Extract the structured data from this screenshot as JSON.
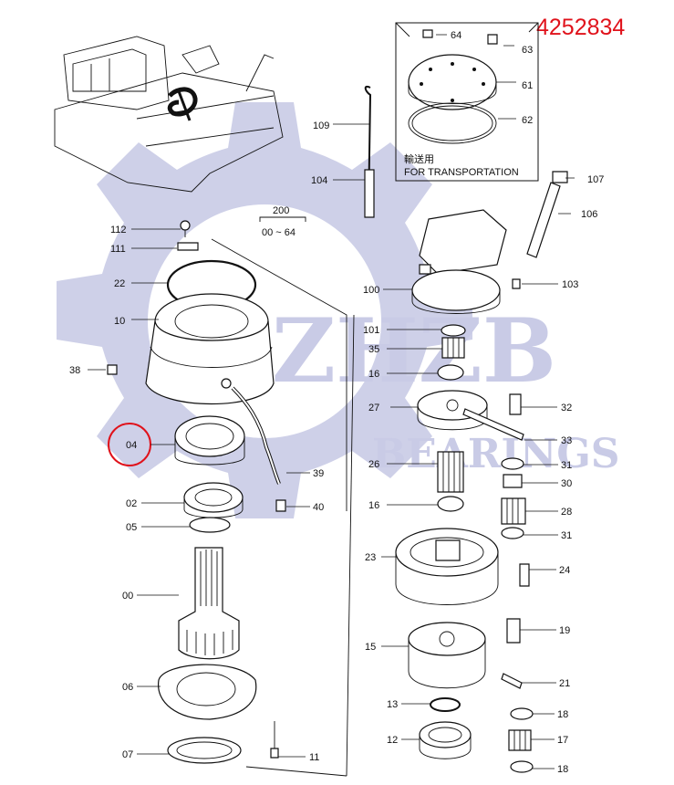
{
  "reference_number": "4252834",
  "watermark": {
    "brand": "ZHZB",
    "sub": "BEARINGS"
  },
  "inset_note": {
    "japanese": "輸送用",
    "english": "FOR TRANSPORTATION"
  },
  "range_label": {
    "top": "200",
    "bottom": "00 ~ 64"
  },
  "highlight_color": "#e0121b",
  "labels": {
    "l64": "64",
    "l63": "63",
    "l61": "61",
    "l62": "62",
    "l109": "109",
    "l104": "104",
    "l107": "107",
    "l106": "106",
    "l112": "112",
    "l111": "111",
    "l22": "22",
    "l10": "10",
    "l38": "38",
    "l04": "04",
    "l39": "39",
    "l02": "02",
    "l40": "40",
    "l05": "05",
    "l00": "00",
    "l06": "06",
    "l07": "07",
    "l11": "11",
    "l100": "100",
    "l103": "103",
    "l101": "101",
    "l35": "35",
    "l16a": "16",
    "l27": "27",
    "l32": "32",
    "l33": "33",
    "l26": "26",
    "l31a": "31",
    "l30": "30",
    "l16b": "16",
    "l28": "28",
    "l31b": "31",
    "l23": "23",
    "l24": "24",
    "l19": "19",
    "l15": "15",
    "l21": "21",
    "l13": "13",
    "l18a": "18",
    "l12": "12",
    "l17": "17",
    "l18b": "18"
  }
}
